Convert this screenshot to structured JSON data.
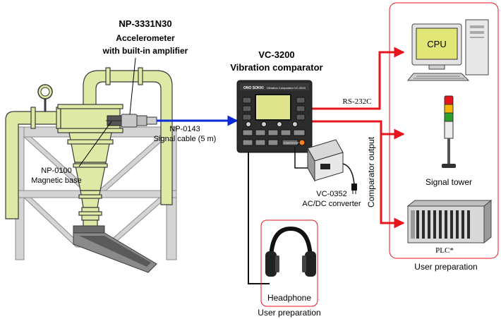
{
  "accelerometer": {
    "model": "NP-3331N30",
    "name_line1": "Accelerometer",
    "name_line2": "with built-in amplifier"
  },
  "comparator": {
    "model": "VC-3200",
    "name": "Vibration comparator",
    "brand": "ONO SOKKI",
    "panel_text": "Vibration Comparator VC-3200",
    "start_key": "START/STOP"
  },
  "signal_cable": {
    "model": "NP-0143",
    "name": "Signal cable (5 m)"
  },
  "magnetic_base": {
    "model": "NP-0100",
    "name": "Magnetic base"
  },
  "converter": {
    "model": "VC-0352",
    "name": "AC/DC converter"
  },
  "headphone": {
    "label": "Headphone",
    "note": "User preparation"
  },
  "outputs": {
    "rs232c": "RS-232C",
    "comparator_output": "Comparator output",
    "cpu_screen": "CPU",
    "signal_tower": "Signal tower",
    "plc": "PLC*",
    "note": "User preparation"
  },
  "colors": {
    "machine_green": "#dfe9a6",
    "machine_outline": "#3a3a3a",
    "frame_grey": "#cfcfcf",
    "signal_cable": "#0a2ad8",
    "output_line": "#e8141c",
    "device_body": "#2c2c2c",
    "lcd": "#dfe58c"
  },
  "icons": [
    "pressure-gauge-icon",
    "computer-icon",
    "keyboard-icon",
    "signal-tower-icon",
    "plc-icon",
    "headphone-icon",
    "power-plug-icon"
  ]
}
